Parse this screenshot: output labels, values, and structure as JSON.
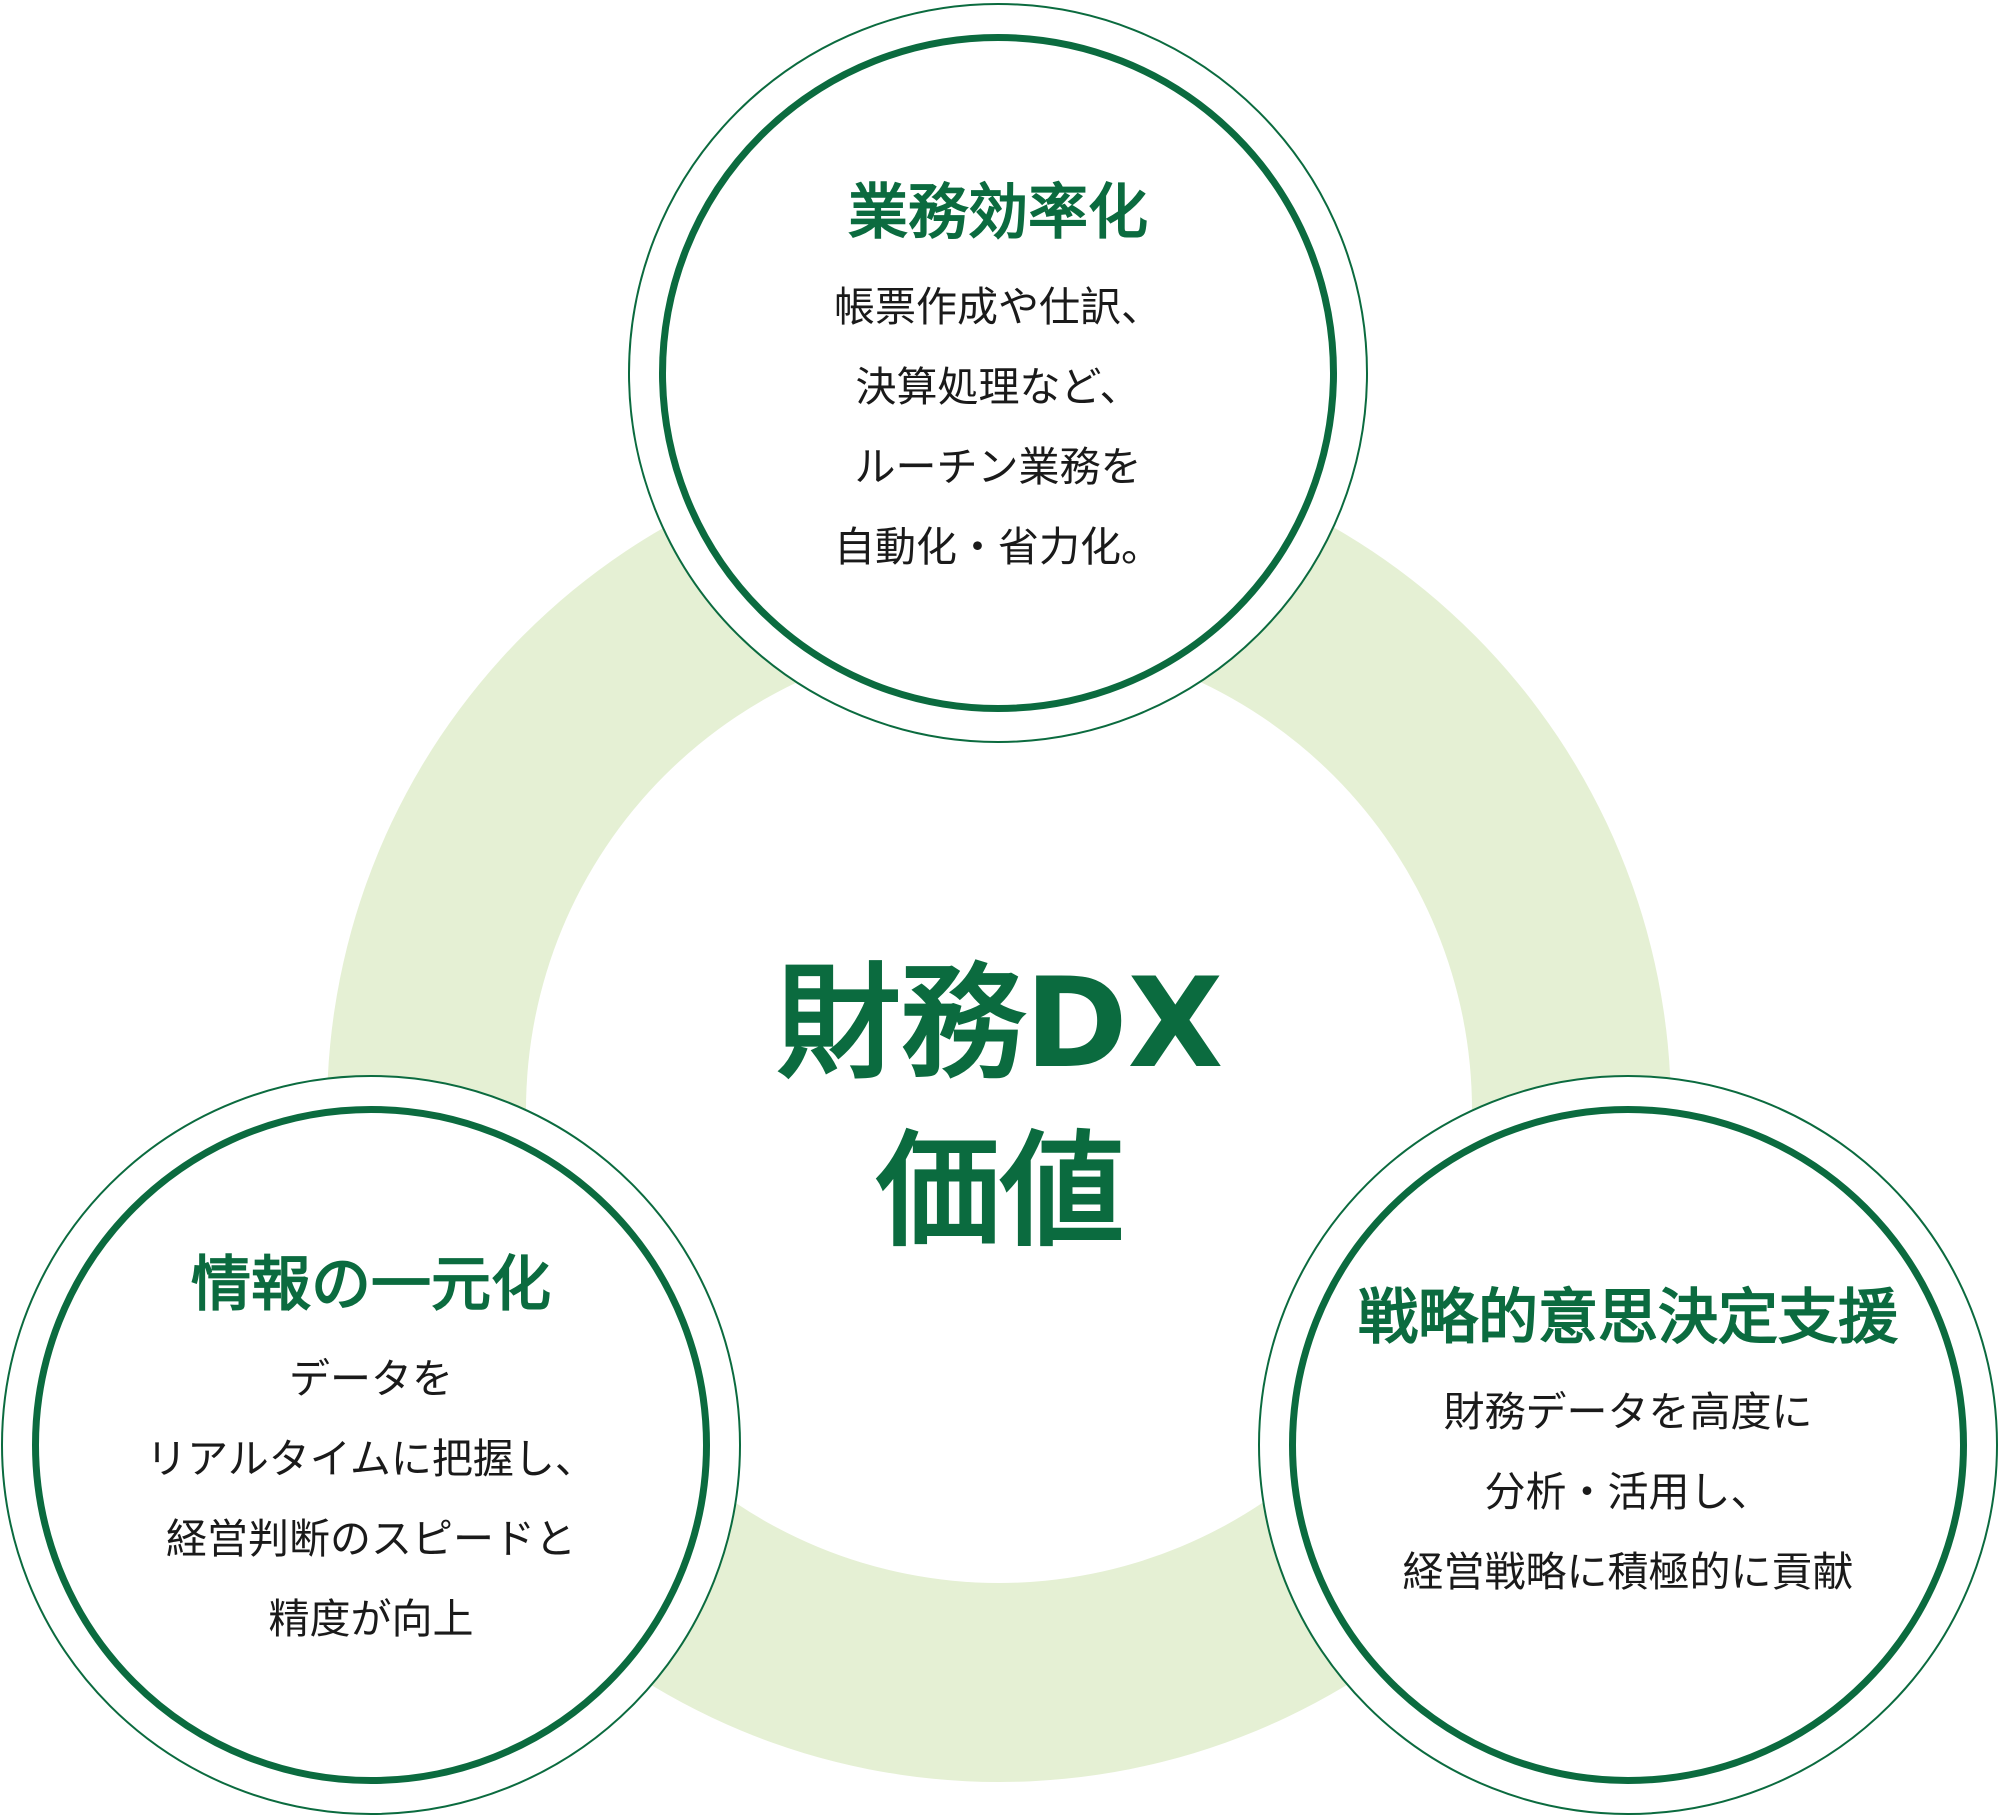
{
  "center": {
    "line1": "財務DX",
    "line2": "価値"
  },
  "nodes": [
    {
      "title": "業務効率化",
      "lines": [
        "帳票作成や仕訳、",
        "決算処理など、",
        "ルーチン業務を",
        "自動化・省力化。"
      ]
    },
    {
      "title": "情報の一元化",
      "lines": [
        "データを",
        "リアルタイムに把握し、",
        "経営判断のスピードと",
        "精度が向上"
      ]
    },
    {
      "title": "戦略的意思決定支援",
      "lines": [
        "財務データを高度に",
        "分析・活用し、",
        "経営戦略に積極的に貢献"
      ]
    }
  ],
  "colors": {
    "primary": "#0b6b3f",
    "ring": "#e5f0d4"
  }
}
